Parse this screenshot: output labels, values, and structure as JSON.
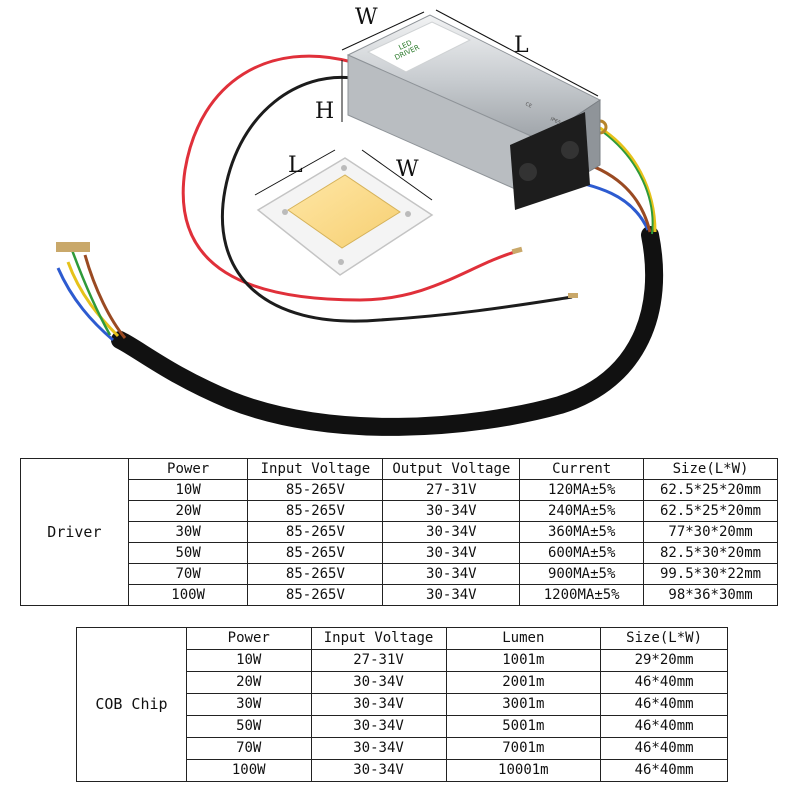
{
  "dimension_labels": {
    "driver_w": "W",
    "driver_l": "L",
    "driver_h": "H",
    "chip_l": "L",
    "chip_w": "W"
  },
  "driver_case_text": {
    "title_line1": "LED",
    "title_line2": "DRIVER",
    "ce_mark": "CE",
    "ip_rating": "IP65"
  },
  "driver_table": {
    "group_label": "Driver",
    "headers": [
      "Power",
      "Input Voltage",
      "Output Voltage",
      "Current",
      "Size(L*W)"
    ],
    "rows": [
      [
        "10W",
        "85-265V",
        "27-31V",
        "120MA±5%",
        "62.5*25*20mm"
      ],
      [
        "20W",
        "85-265V",
        "30-34V",
        "240MA±5%",
        "62.5*25*20mm"
      ],
      [
        "30W",
        "85-265V",
        "30-34V",
        "360MA±5%",
        "77*30*20mm"
      ],
      [
        "50W",
        "85-265V",
        "30-34V",
        "600MA±5%",
        "82.5*30*20mm"
      ],
      [
        "70W",
        "85-265V",
        "30-34V",
        "900MA±5%",
        "99.5*30*22mm"
      ],
      [
        "100W",
        "85-265V",
        "30-34V",
        "1200MA±5%",
        "98*36*30mm"
      ]
    ]
  },
  "cob_table": {
    "group_label": "COB Chip",
    "headers": [
      "Power",
      "Input Voltage",
      "Lumen",
      "Size(L*W)"
    ],
    "rows": [
      [
        "10W",
        "27-31V",
        "1001m",
        "29*20mm"
      ],
      [
        "20W",
        "30-34V",
        "2001m",
        "46*40mm"
      ],
      [
        "30W",
        "30-34V",
        "3001m",
        "46*40mm"
      ],
      [
        "50W",
        "30-34V",
        "5001m",
        "46*40mm"
      ],
      [
        "70W",
        "30-34V",
        "7001m",
        "46*40mm"
      ],
      [
        "100W",
        "30-34V",
        "10001m",
        "46*40mm"
      ]
    ]
  },
  "colors": {
    "wire_red": "#e0303a",
    "wire_black": "#1c1c1c",
    "wire_blue": "#2d5bd0",
    "wire_yellow": "#e6c21a",
    "wire_green": "#2f9a3a",
    "wire_brown": "#9a4a22",
    "case_silver": "#d4d7da",
    "led_yellow": "#fad98a"
  }
}
